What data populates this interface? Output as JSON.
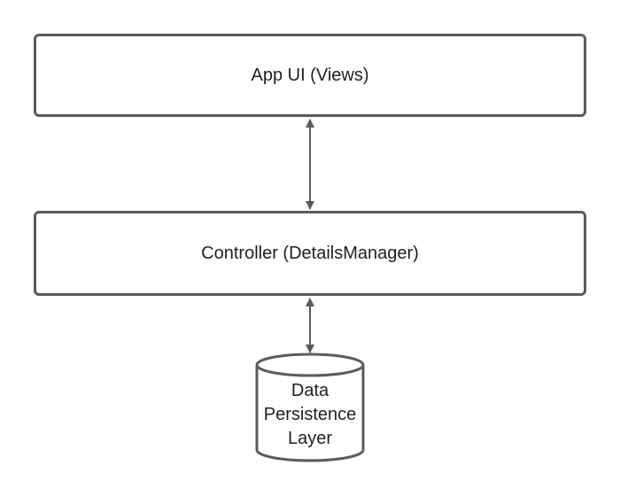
{
  "diagram": {
    "nodes": {
      "app_ui": {
        "label": "App UI (Views)"
      },
      "controller": {
        "label": "Controller (DetailsManager)"
      },
      "persistence": {
        "label_lines": [
          "Data",
          "Persistence",
          "Layer"
        ]
      }
    },
    "edges": [
      {
        "from": "app_ui",
        "to": "controller",
        "direction": "bidirectional"
      },
      {
        "from": "controller",
        "to": "persistence",
        "direction": "bidirectional"
      }
    ],
    "colors": {
      "stroke": "#5b5b5b",
      "text": "#1f1f1f",
      "background": "#ffffff"
    }
  }
}
